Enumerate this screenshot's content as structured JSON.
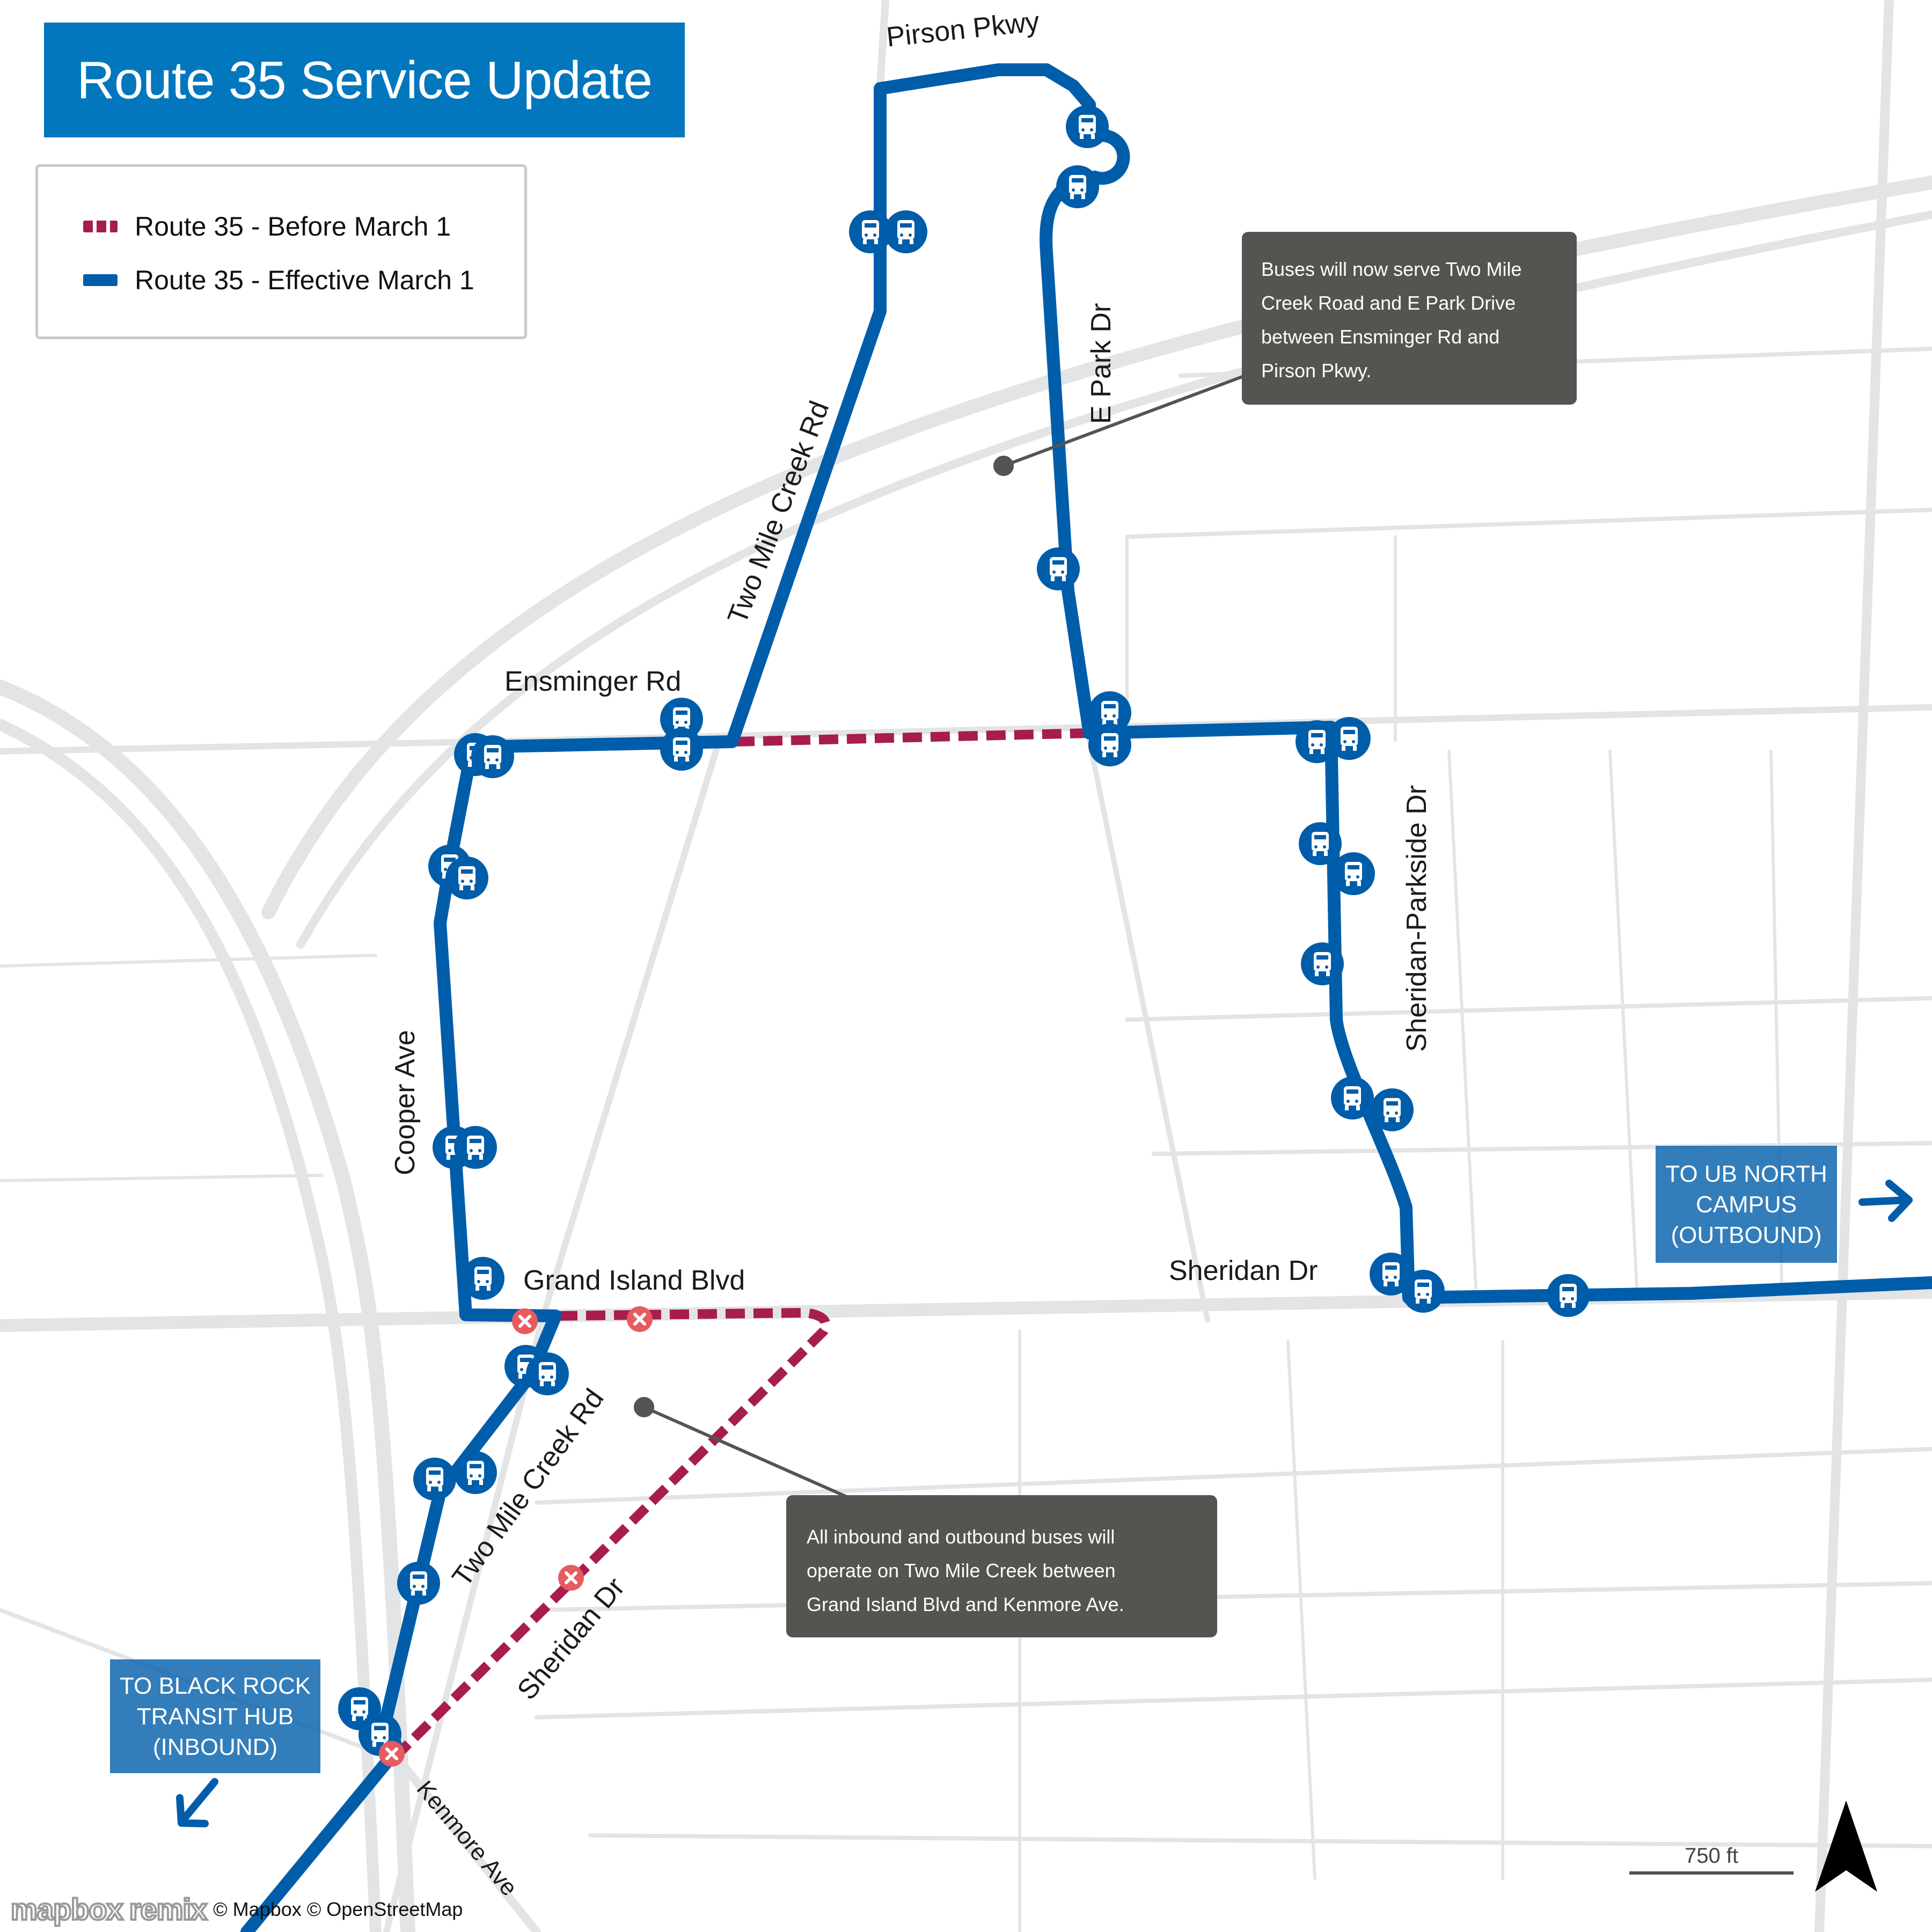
{
  "title": "Route 35 Service Update",
  "legend": {
    "items": [
      {
        "label": "Route 35 - Before March 1",
        "style": "dashed",
        "color": "#a71d4f"
      },
      {
        "label": "Route 35 - Effective March 1",
        "style": "solid",
        "color": "#005daa"
      }
    ]
  },
  "colors": {
    "title_bg": "#0277bd",
    "route_new": "#005daa",
    "route_old": "#a71d4f",
    "removed_stop": "#e65b5f",
    "callout_bg": "#535551",
    "road": "#e3e4e6"
  },
  "callouts": [
    {
      "id": "north",
      "lines": [
        "Buses will now serve Two Mile",
        "Creek Road and E Park Drive",
        "between Ensminger Rd and",
        "Pirson Pkwy."
      ]
    },
    {
      "id": "south",
      "lines": [
        "All inbound and outbound buses will",
        "operate on Two Mile Creek between",
        "Grand Island Blvd and Kenmore Ave."
      ]
    }
  ],
  "destinations": {
    "outbound": [
      "TO UB NORTH",
      "CAMPUS",
      "(OUTBOUND)"
    ],
    "inbound": [
      "TO BLACK ROCK",
      "TRANSIT HUB",
      "(INBOUND)"
    ]
  },
  "streets": {
    "pirson": "Pirson Pkwy",
    "two_mile_north": "Two Mile Creek Rd",
    "e_park": "E Park Dr",
    "ensminger": "Ensminger Rd",
    "cooper": "Cooper Ave",
    "grand_island": "Grand Island Blvd",
    "two_mile_south": "Two Mile Creek Rd",
    "sheridan_parkside": "Sheridan-Parkside Dr",
    "sheridan": "Sheridan Dr",
    "sheridan_south": "Sheridan Dr",
    "kenmore": "Kenmore Ave"
  },
  "scale": {
    "label": "750 ft"
  },
  "attribution": {
    "logo_mapbox": "mapbox",
    "logo_remix": "remix",
    "credit": "© Mapbox © OpenStreetMap"
  },
  "icons": {
    "bus_stop": "bus-stop-icon",
    "removed_stop": "removed-stop-icon",
    "north_arrow": "north-arrow-icon",
    "direction_arrow": "arrow-icon"
  }
}
